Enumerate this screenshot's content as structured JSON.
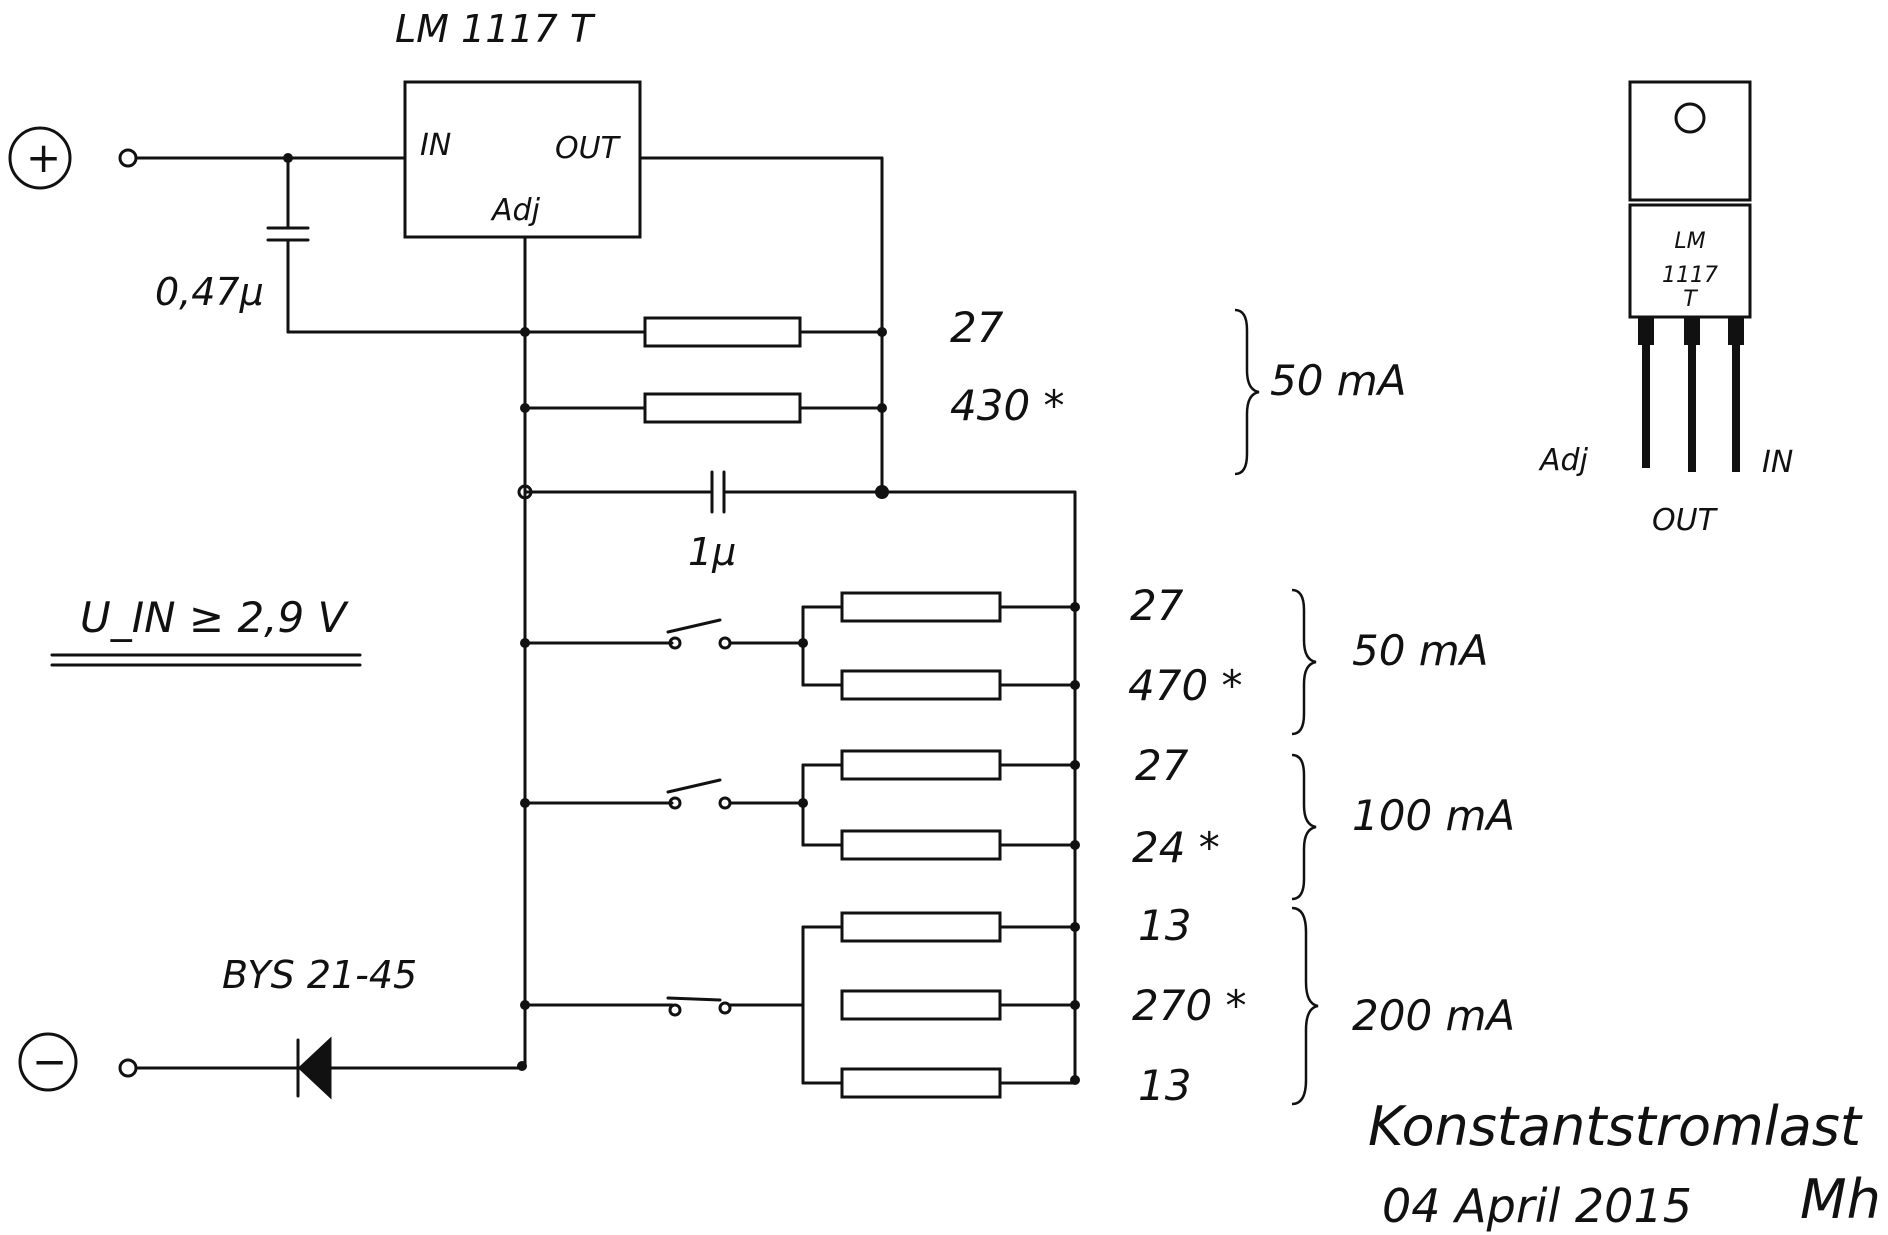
{
  "regulator": {
    "name": "LM 1117 T",
    "pin_in": "IN",
    "pin_out": "OUT",
    "pin_adj": "Adj"
  },
  "terminals": {
    "plus": "+",
    "minus": "−"
  },
  "input_capacitor": "0,47µ",
  "output_capacitor": "1µ",
  "input_voltage": "U_IN ≥ 2,9 V",
  "diode": "BYS 21-45",
  "stages": [
    {
      "resistors": [
        "27",
        "430 *"
      ],
      "current": "50 mA"
    },
    {
      "resistors": [
        "27",
        "470 *"
      ],
      "current": "50 mA"
    },
    {
      "resistors": [
        "27",
        "24 *"
      ],
      "current": "100 mA"
    },
    {
      "resistors": [
        "13",
        "270 *",
        "13"
      ],
      "current": "200 mA"
    }
  ],
  "package": {
    "label_line1": "LM",
    "label_line2": "1117",
    "label_line3": "T",
    "pin_left": "Adj",
    "pin_middle": "OUT",
    "pin_right": "IN"
  },
  "title": "Konstantstromlast",
  "date": "04 April 2015",
  "signature": "Mh"
}
